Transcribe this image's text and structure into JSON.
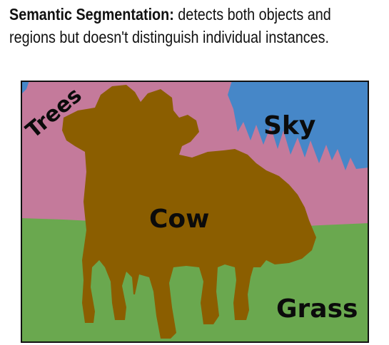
{
  "caption": {
    "lead": "Semantic Segmentation:",
    "line1_rest": " detects both objects and",
    "line2": "regions but doesn't distinguish individual instances."
  },
  "segmentation": {
    "labels": {
      "trees": "Trees",
      "sky": "Sky",
      "cow": "Cow",
      "grass": "Grass"
    },
    "colors": {
      "trees": "#c47a9b",
      "sky": "#4687c8",
      "cow": "#8b5e00",
      "grass": "#6aa84f",
      "border": "#111111"
    }
  }
}
